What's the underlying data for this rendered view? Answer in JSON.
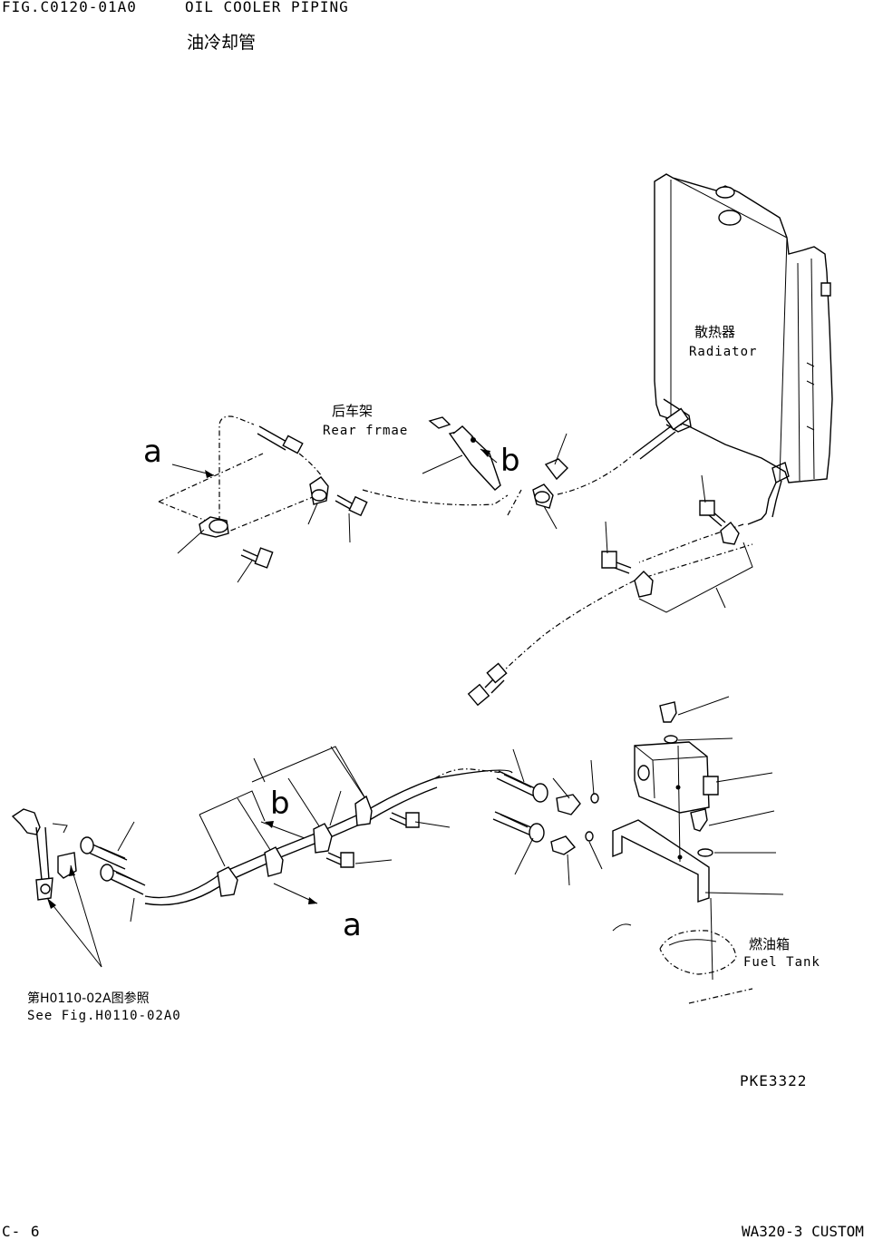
{
  "header": {
    "fig_code": "FIG.C0120-01A0",
    "title_en": "OIL COOLER PIPING",
    "title_cn": "油冷却管"
  },
  "labels": {
    "radiator_cn": "散热器",
    "radiator_en": "Radiator",
    "rear_frame_cn": "后车架",
    "rear_frame_en": "Rear frmae",
    "fuel_tank_cn": "燃油箱",
    "fuel_tank_en": "Fuel Tank",
    "see_fig_cn": "第H0110-02A图参照",
    "see_fig_en": "See Fig.H0110-02A0"
  },
  "markers": {
    "a_top": "a",
    "b_top": "b",
    "b_bottom": "b",
    "a_bottom": "a"
  },
  "drawing_code": "PKE3322",
  "footer": {
    "page": "C-  6",
    "model": "WA320-3 CUSTOM"
  }
}
